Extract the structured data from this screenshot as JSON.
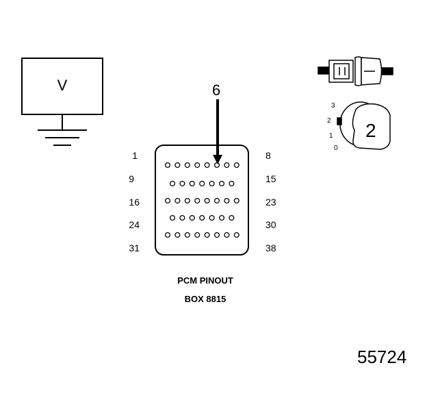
{
  "voltmeter": {
    "label": "V"
  },
  "pinout": {
    "left_labels": [
      "1",
      "9",
      "16",
      "24",
      "31"
    ],
    "right_labels": [
      "8",
      "15",
      "23",
      "30",
      "38"
    ],
    "probe_pin": "6",
    "caption_line1": "PCM PINOUT",
    "caption_line2": "BOX 8815"
  },
  "ignition_switch": {
    "position": "2",
    "position_labels": [
      "3",
      "2",
      "1",
      "0"
    ]
  },
  "figure_number": "55724"
}
